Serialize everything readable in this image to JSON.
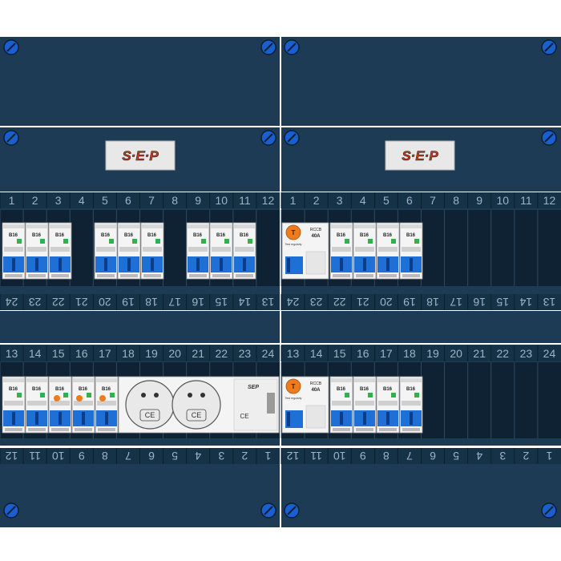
{
  "brand": "SEP",
  "colors": {
    "panel": "#1d3b55",
    "din_rail": "#0f2233",
    "breaker_blue": "#1e6fd6",
    "rcd_orange": "#f07b1a",
    "screw_blue": "#1a5fd0",
    "indicator_green": "#2fb24a"
  },
  "row_numbers_top": [
    "1",
    "2",
    "3",
    "4",
    "5",
    "6",
    "7",
    "8",
    "9",
    "10",
    "11",
    "12"
  ],
  "row_numbers_bottom_upper": [
    "24",
    "23",
    "22",
    "21",
    "20",
    "19",
    "18",
    "17",
    "16",
    "15",
    "14",
    "13"
  ],
  "row_numbers_lower_top": [
    "13",
    "14",
    "15",
    "16",
    "17",
    "18",
    "19",
    "20",
    "21",
    "22",
    "23",
    "24"
  ],
  "row_numbers_lower_bottom": [
    "12",
    "11",
    "10",
    "9",
    "8",
    "7",
    "6",
    "5",
    "4",
    "3",
    "2",
    "1"
  ],
  "mcb": {
    "type": "B16",
    "label": "MCB"
  },
  "rcd": {
    "label": "RCCB",
    "rating": "40A",
    "test": "T",
    "test_label": "Test regularly"
  },
  "socket_mark": "CE",
  "icons": [
    "screw-icon",
    "ce-mark-icon",
    "test-button-icon",
    "socket-icon"
  ]
}
